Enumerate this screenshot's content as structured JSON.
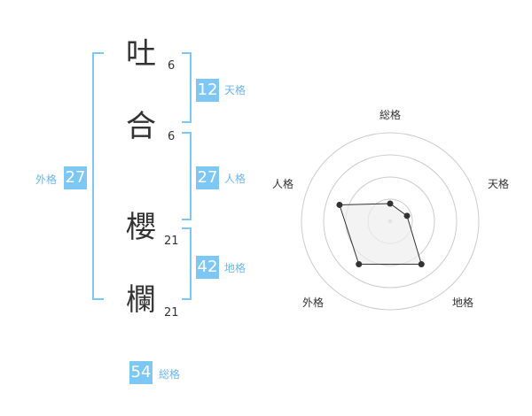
{
  "name": {
    "chars": [
      {
        "char": "吐",
        "strokes": "6"
      },
      {
        "char": "合",
        "strokes": "6"
      },
      {
        "char": "櫻",
        "strokes": "21"
      },
      {
        "char": "欄",
        "strokes": "21"
      }
    ]
  },
  "kaku": {
    "tenkaku": {
      "value": "12",
      "label": "天格"
    },
    "jinkaku": {
      "value": "27",
      "label": "人格"
    },
    "chikaku": {
      "value": "42",
      "label": "地格"
    },
    "gaikaku": {
      "value": "27",
      "label": "外格"
    },
    "soukaku": {
      "value": "54",
      "label": "総格"
    }
  },
  "chart_data": {
    "type": "radar",
    "axes": [
      "総格",
      "天格",
      "地格",
      "外格",
      "人格"
    ],
    "levels": 4,
    "values": [
      0.2,
      0.2,
      0.6,
      0.6,
      0.6
    ],
    "colors": {
      "line": "#333333",
      "fill": "#eeeeee",
      "grid": "#cccccc",
      "accent": "#7cc7f3"
    }
  }
}
